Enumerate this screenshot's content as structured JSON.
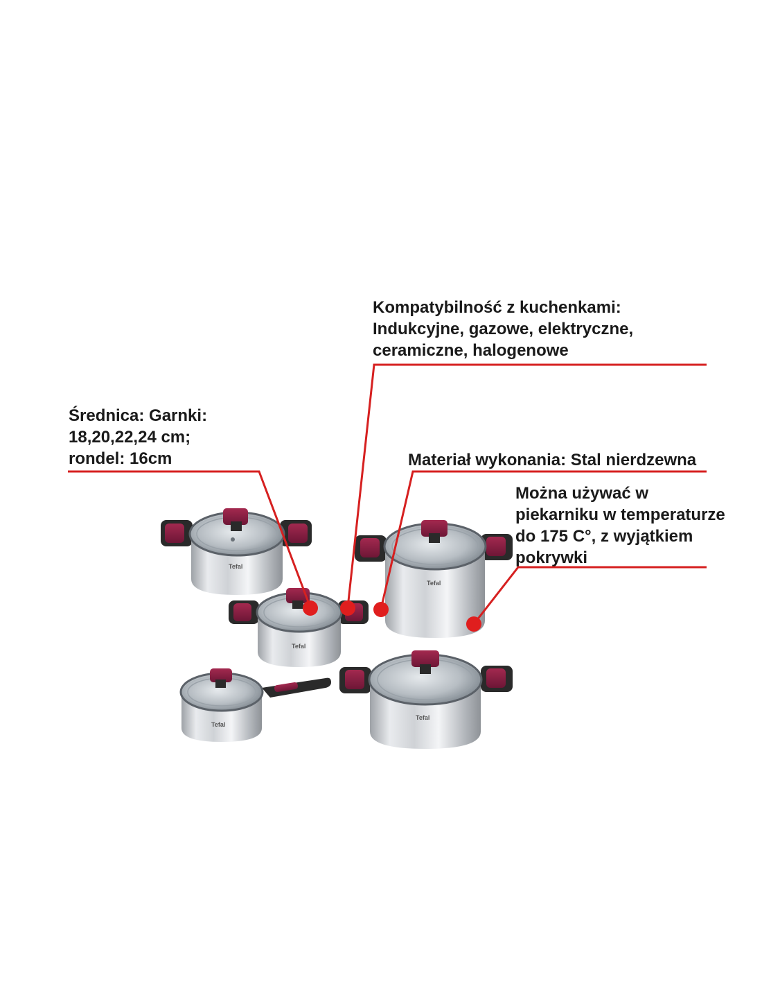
{
  "annotations": {
    "compatibility": {
      "lines": [
        "Kompatybilność z kuchenkami:",
        "Indukcyjne, gazowe, elektryczne,",
        "ceramiczne, halogenowe"
      ]
    },
    "diameter": {
      "lines": [
        "Średnica: Garnki:",
        "18,20,22,24 cm;",
        "rondel: 16cm"
      ]
    },
    "material": {
      "lines": [
        "Materiał wykonania: Stal nierdzewna"
      ]
    },
    "oven": {
      "lines": [
        "Można używać w",
        "piekarniku w temperaturze",
        "do 175 C°, z wyjątkiem",
        "pokrywki"
      ]
    }
  },
  "products": {
    "brand_logo": "Tefal"
  },
  "colors": {
    "callout_line": "#d62020",
    "callout_dot": "#e01e1e",
    "handle_accent": "#8a1f45",
    "handle_dark": "#2a2a2a",
    "steel": "#c9cbce"
  }
}
